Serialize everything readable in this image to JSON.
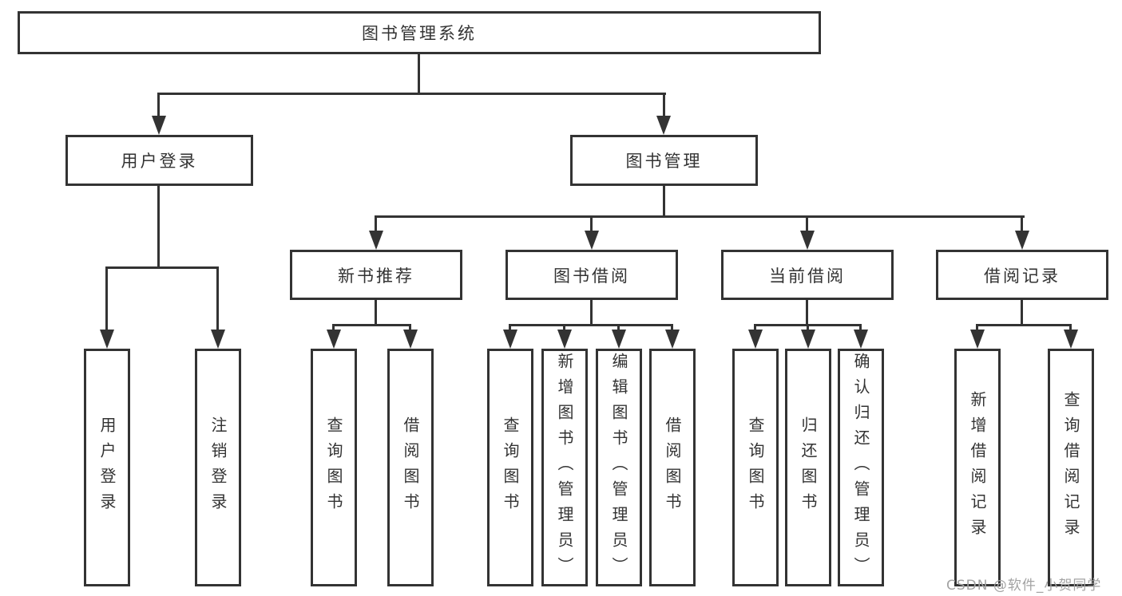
{
  "tree": {
    "label": "图书管理系统",
    "children": [
      {
        "label": "用户登录",
        "children": [
          {
            "label": "用户登录"
          },
          {
            "label": "注销登录"
          }
        ]
      },
      {
        "label": "图书管理",
        "children": [
          {
            "label": "新书推荐",
            "children": [
              {
                "label": "查询图书"
              },
              {
                "label": "借阅图书"
              }
            ]
          },
          {
            "label": "图书借阅",
            "children": [
              {
                "label": "查询图书"
              },
              {
                "label": "新增图书（管理员）"
              },
              {
                "label": "编辑图书（管理员）"
              },
              {
                "label": "借阅图书"
              }
            ]
          },
          {
            "label": "当前借阅",
            "children": [
              {
                "label": "查询图书"
              },
              {
                "label": "归还图书"
              },
              {
                "label": "确认归还（管理员）"
              }
            ]
          },
          {
            "label": "借阅记录",
            "children": [
              {
                "label": "新增借阅记录"
              },
              {
                "label": "查询借阅记录"
              }
            ]
          }
        ]
      }
    ]
  },
  "watermark": "CSDN @软件_小贺同学",
  "colors": {
    "line": "#333333",
    "text": "#333333",
    "watermark": "#a3a3a3",
    "background": "#ffffff"
  }
}
